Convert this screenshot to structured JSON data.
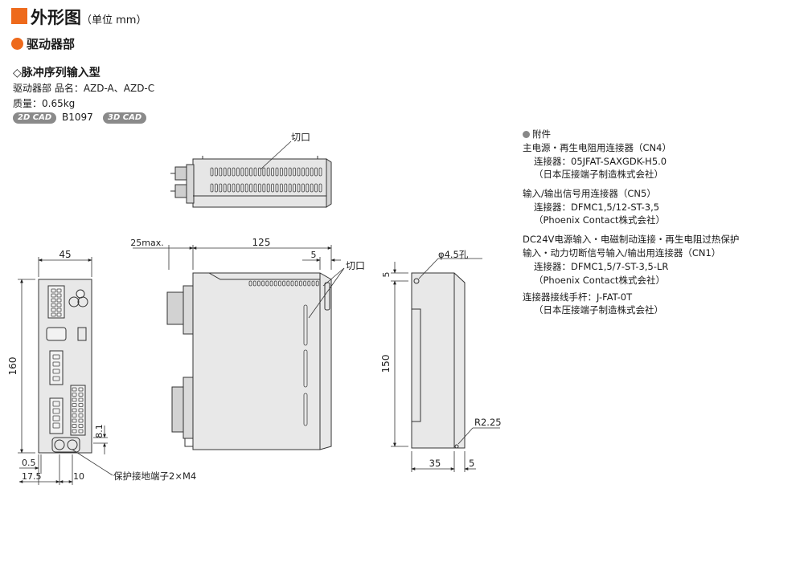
{
  "header": {
    "title": "外形图",
    "unit": "（单位 mm）"
  },
  "section": {
    "title": "驱动器部"
  },
  "subsection": {
    "title": "◇脉冲序列输入型",
    "product_name": "驱动器部 品名：AZD-A、AZD-C",
    "mass": "质量：0.65kg",
    "cad2d": "2D CAD",
    "cad_id": "B1097",
    "cad3d": "3D CAD"
  },
  "accessories": {
    "heading": "附件",
    "lines": [
      "主电源・再生电阻用连接器（CN4）",
      "连接器：05JFAT-SAXGDK-H5.0",
      "（日本压接端子制造株式会社）",
      "输入/输出信号用连接器（CN5）",
      "连接器：DFMC1,5/12-ST-3,5",
      "（Phoenix Contact株式会社）",
      "DC24V电源输入・电磁制动连接・再生电阻过热保护",
      "输入・动力切断信号输入/输出用连接器（CN1）",
      "连接器：DFMC1,5/7-ST-3,5-LR",
      "（Phoenix Contact株式会社）",
      "连接器接线手杆：J-FAT-0T",
      "（日本压接端子制造株式会社）"
    ]
  },
  "drawing": {
    "top_view_label": "切口",
    "side_view_label": "切口",
    "dim_front_width": "45",
    "dim_front_height": "160",
    "dim_front_81": "8.1",
    "dim_front_05": "0.5",
    "dim_front_175": "17.5",
    "dim_front_10": "10",
    "ground_label": "保护接地端子2×M4",
    "dim_side_25max": "25max.",
    "dim_side_125": "125",
    "dim_side_5": "5",
    "dim_back_hole": "φ4.5孔",
    "dim_back_5top": "5",
    "dim_back_150": "150",
    "dim_back_r225": "R2.25",
    "dim_back_35": "35",
    "dim_back_5bottom": "5"
  }
}
